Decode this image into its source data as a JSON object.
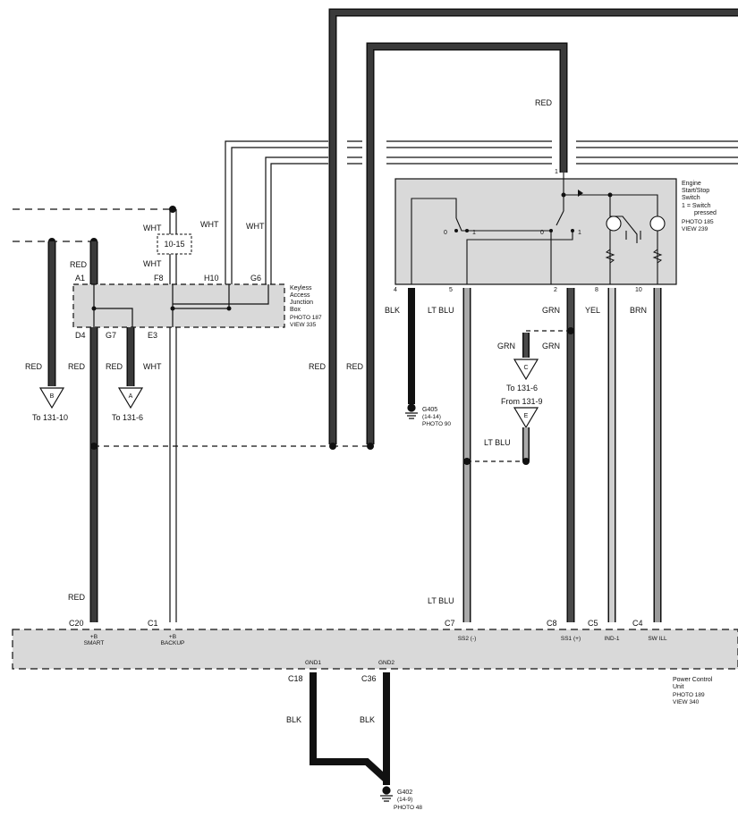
{
  "wire_colors": {
    "RED": "#3a3a3a",
    "BLK": "#111111",
    "WHT": "#ffffff",
    "LT_BLU": "#a9a9a9",
    "GRN": "#4a4a4a",
    "YEL": "#cfcfcf",
    "BRN": "#9a9a9a"
  },
  "module_fill": "#d9d9d9",
  "junction_box": {
    "name_lines": [
      "Keyless",
      "Access",
      "Junction",
      "Box"
    ],
    "photo": "PHOTO 187",
    "view": "VIEW 335",
    "pins_top": [
      "A1",
      "F8",
      "H10",
      "G6"
    ],
    "pins_bottom": [
      "D4",
      "G7",
      "E3"
    ]
  },
  "switch": {
    "name_lines": [
      "Engine",
      "Start/Stop",
      "Switch"
    ],
    "note_lines": [
      "1 = Switch",
      "pressed"
    ],
    "photo": "PHOTO 185",
    "view": "VIEW 239",
    "pin_top": "1",
    "pins_bottom": [
      "4",
      "5",
      "2",
      "8",
      "10"
    ],
    "contact_labels": [
      "0",
      "1",
      "0",
      "1"
    ]
  },
  "pcu": {
    "name_lines": [
      "Power Control",
      "Unit"
    ],
    "photo": "PHOTO 189",
    "view": "VIEW 340",
    "pins_top": [
      "C20",
      "C1",
      "C7",
      "C8",
      "C5",
      "C4"
    ],
    "pin_funcs": [
      "+B",
      "SMART",
      "+B",
      "BACKUP",
      "SS2 (-)",
      "SS1 (+)",
      "IND-1",
      "SW ILL"
    ],
    "pins_bottom": [
      "C18",
      "C36"
    ],
    "gnd_funcs": [
      "GND1",
      "GND2"
    ]
  },
  "wire_labels": {
    "red": "RED",
    "wht": "WHT",
    "blk": "BLK",
    "lt_blu": "LT BLU",
    "grn": "GRN",
    "yel": "YEL",
    "brn": "BRN"
  },
  "ref_box": "10-15",
  "connectors": {
    "b": {
      "letter": "B",
      "ref": "To 131-10"
    },
    "a": {
      "letter": "A",
      "ref": "To 131-6"
    },
    "c": {
      "letter": "C",
      "ref": "To 131-6"
    },
    "e": {
      "letter": "E",
      "ref": "From 131-9"
    }
  },
  "grounds": {
    "g405": {
      "name": "G405",
      "loc": "(14-14)",
      "photo": "PHOTO 90"
    },
    "g402": {
      "name": "G402",
      "loc": "(14-9)",
      "photo": "PHOTO 48"
    }
  }
}
